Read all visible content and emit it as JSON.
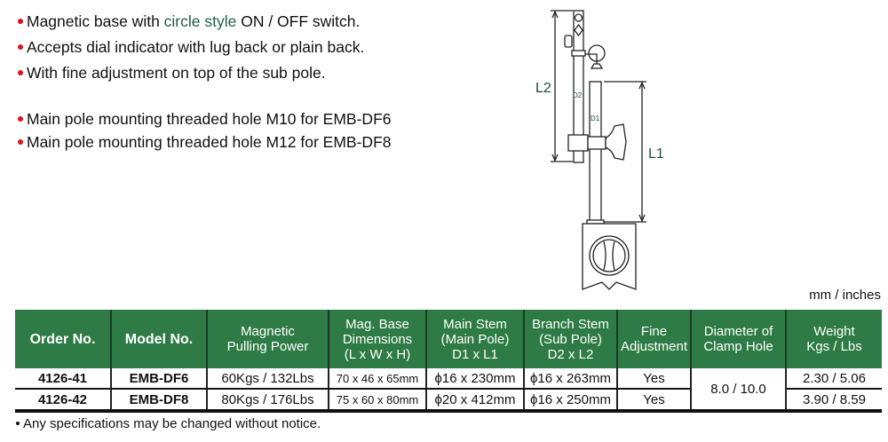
{
  "features": {
    "f1_pre": "Magnetic base with ",
    "f1_hl": "circle style",
    "f1_post": " ON / OFF switch.",
    "f2": "Accepts dial indicator with lug back or plain back.",
    "f3": "With fine adjustment on top of the sub pole.",
    "f4": "Main pole mounting threaded hole M10 for EMB-DF6",
    "f5": "Main pole mounting threaded hole M12 for EMB-DF8"
  },
  "diagram": {
    "l1": "L1",
    "l2": "L2",
    "d1": "D1",
    "d2": "D2"
  },
  "units": "mm / inches",
  "table": {
    "headers": [
      [
        "Order No."
      ],
      [
        "Model No."
      ],
      [
        "Magnetic",
        "Pulling Power"
      ],
      [
        "Mag. Base",
        "Dimensions",
        "(L x W x H)"
      ],
      [
        "Main Stem",
        "(Main Pole)",
        "D1 x L1"
      ],
      [
        "Branch Stem",
        "(Sub Pole)",
        "D2 x L2"
      ],
      [
        "Fine",
        "Adjustment"
      ],
      [
        "Diameter of",
        "Clamp Hole"
      ],
      [
        "Weight",
        "Kgs / Lbs"
      ]
    ],
    "rows": [
      [
        "4126-41",
        "EMB-DF6",
        "60Kgs / 132Lbs",
        "70 x 46 x 65mm",
        "ϕ16 x 230mm",
        "ϕ16 x 263mm",
        "Yes",
        "8.0 / 10.0",
        "2.30 / 5.06"
      ],
      [
        "4126-42",
        "EMB-DF8",
        "80Kgs / 176Lbs",
        "75 x 60 x 80mm",
        "ϕ20 x 412mm",
        "ϕ16 x 250mm",
        "Yes",
        "",
        "3.90 / 8.59"
      ]
    ]
  },
  "note": "Any specifications may be changed without notice.",
  "colors": {
    "header_green": "#2e7b45",
    "bullet_red": "#d9141b",
    "highlight": "#1b5e4a"
  }
}
